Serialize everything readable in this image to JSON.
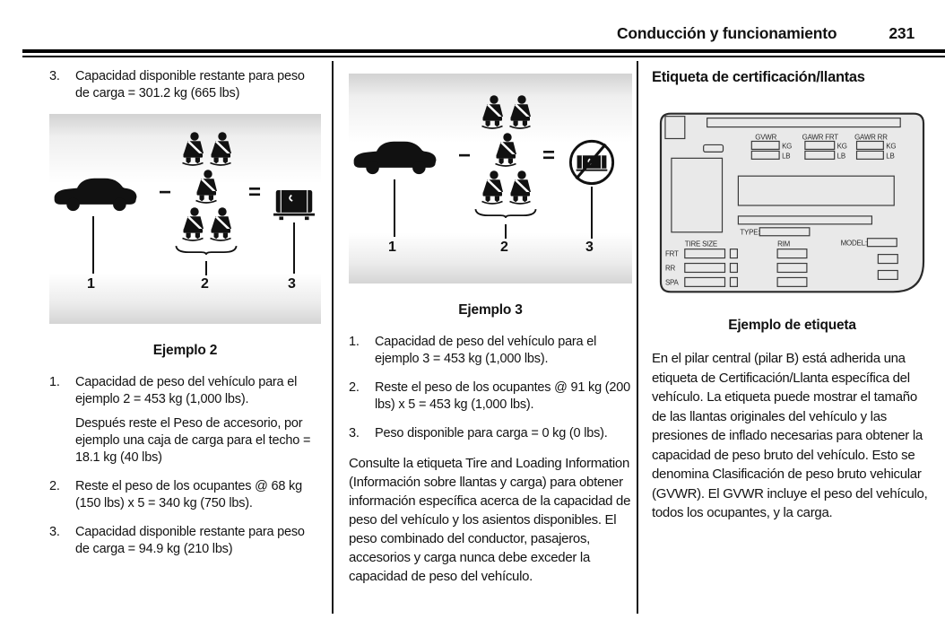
{
  "header": {
    "title": "Conducción y funcionamiento",
    "page": "231"
  },
  "figure_ops": {
    "minus": "−",
    "equals": "="
  },
  "example2": {
    "intro": {
      "num": "3.",
      "text": "Capacidad disponible restante para peso de carga = 301.2 kg (665 lbs)"
    },
    "figure_labels": {
      "car": "1",
      "occupants": "2",
      "cargo": "3"
    },
    "caption": "Ejemplo 2",
    "items": [
      {
        "num": "1.",
        "text": "Capacidad de peso del vehículo para el ejemplo 2 = 453 kg (1,000 lbs).",
        "note": "Después reste el Peso de accesorio, por ejemplo una caja de carga para el techo = 18.1 kg (40 lbs)"
      },
      {
        "num": "2.",
        "text": "Reste el peso de los ocupantes @ 68 kg (150 lbs) x 5 = 340 kg (750 lbs)."
      },
      {
        "num": "3.",
        "text": "Capacidad disponible restante para peso de carga = 94.9 kg (210 lbs)"
      }
    ]
  },
  "example3": {
    "figure_labels": {
      "car": "1",
      "occupants": "2",
      "cargo": "3"
    },
    "caption": "Ejemplo 3",
    "items": [
      {
        "num": "1.",
        "text": "Capacidad de peso del vehículo para el ejemplo 3 = 453 kg (1,000 lbs)."
      },
      {
        "num": "2.",
        "text": "Reste el peso de los ocupantes @ 91 kg (200 lbs) x 5 = 453 kg (1,000 lbs)."
      },
      {
        "num": "3.",
        "text": "Peso disponible para carga = 0 kg (0 lbs)."
      }
    ],
    "paragraph": "Consulte la etiqueta Tire and Loading Information (Información sobre llantas y carga) para obtener información específica acerca de la capacidad de peso del vehículo y los asientos disponibles. El peso combinado del conductor, pasajeros, accesorios y carga nunca debe exceder la capacidad de peso del vehículo."
  },
  "certification": {
    "heading": "Etiqueta de certificación/llantas",
    "label": {
      "gvwr": "GVWR",
      "gawr_frt": "GAWR FRT",
      "gawr_rr": "GAWR RR",
      "kg": "KG",
      "lb": "LB",
      "type": "TYPE:",
      "tire_size": "TIRE SIZE",
      "rim": "RIM",
      "model": "MODEL:",
      "frt": "FRT",
      "rr": "RR",
      "spa": "SPA"
    },
    "caption": "Ejemplo de etiqueta",
    "paragraph": "En el pilar central (pilar B) está adherida una etiqueta de Certificación/Llanta específica del vehículo. La etiqueta puede mostrar el tamaño de las llantas originales del vehículo y las presiones de inflado necesarias para obtener la capacidad de peso bruto del vehículo. Esto se denomina Clasificación de peso bruto vehicular (GVWR). El GVWR incluye el peso del vehículo, todos los ocupantes, y la carga."
  }
}
